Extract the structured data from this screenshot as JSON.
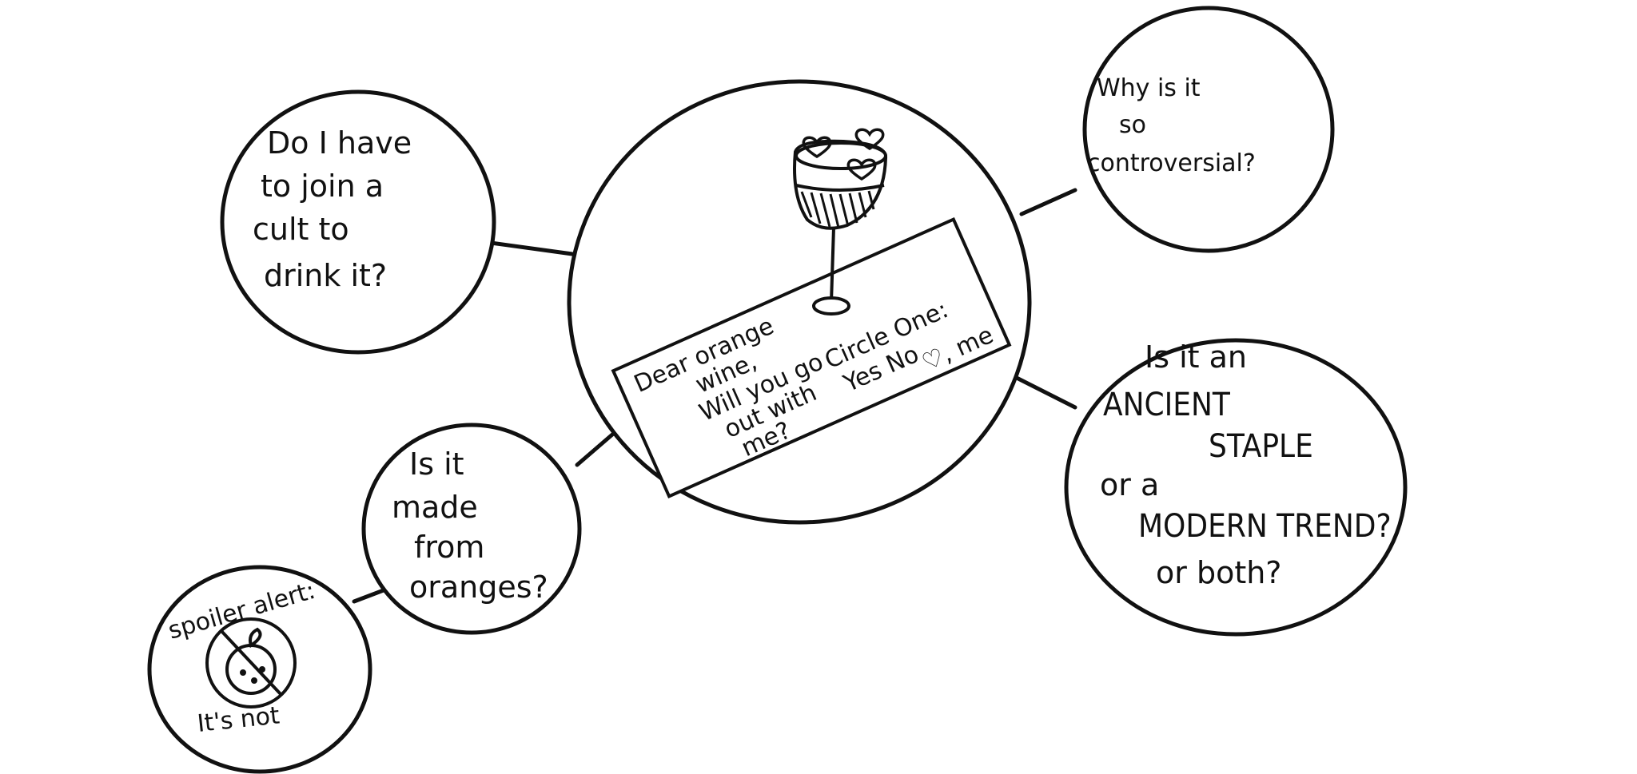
{
  "center": {
    "note_lines": [
      "Dear orange",
      "wine,",
      "Will you go",
      "out with",
      "me?",
      "Circle One:",
      "Yes No",
      "♡, me"
    ]
  },
  "bubbles": {
    "cult": {
      "lines": [
        "Do I have",
        "to join a",
        "cult to",
        "drink it?"
      ]
    },
    "controversial": {
      "lines": [
        "Why is it",
        "so",
        "controversial?"
      ]
    },
    "staple": {
      "line1": "Is it an",
      "line2": "ANCIENT",
      "line3": "STAPLE",
      "line4": "or a",
      "line5": "MODERN TREND?",
      "line6": "or both?"
    },
    "oranges": {
      "lines": [
        "Is it",
        "made",
        "from",
        "oranges?"
      ]
    },
    "spoiler": {
      "top": "spoiler alert:",
      "bottom": "It's not"
    }
  },
  "icons": {
    "wine_glass": "wine-glass-icon",
    "hearts": "heart-icon",
    "no_orange": "no-orange-icon"
  },
  "colors": {
    "ink": "#111111",
    "background": "#ffffff",
    "glass_hatch": "#111111"
  }
}
